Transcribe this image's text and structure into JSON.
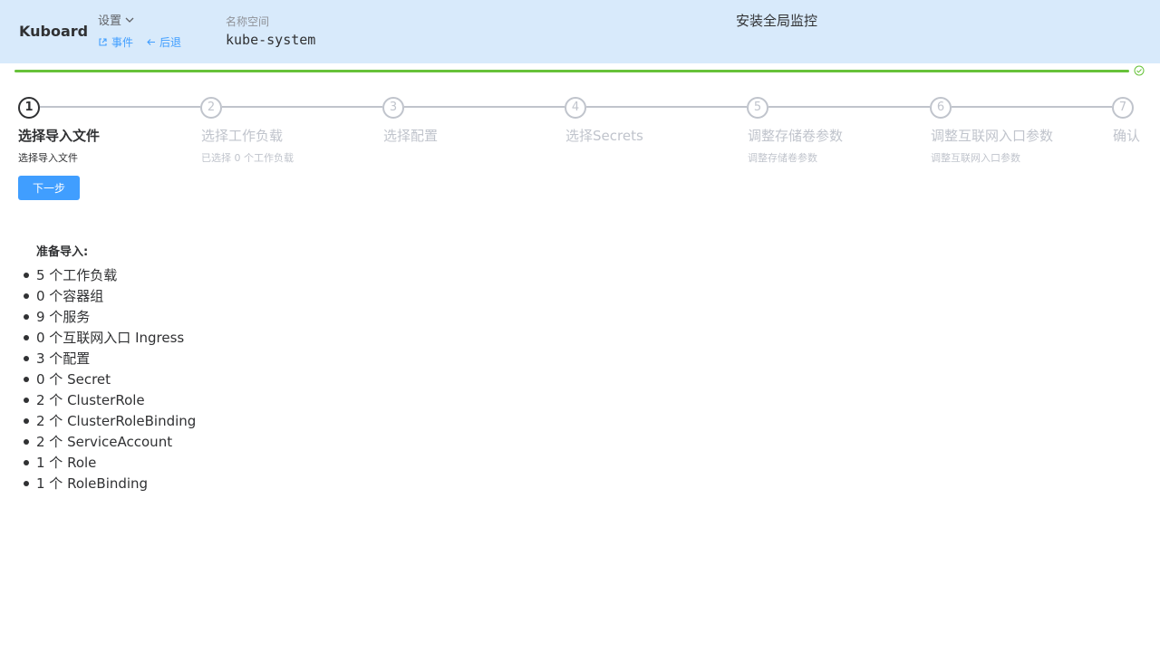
{
  "header": {
    "logo": "Kuboard",
    "settings_label": "设置",
    "events_label": "事件",
    "back_label": "后退",
    "namespace_label": "名称空间",
    "namespace_value": "kube-system",
    "title": "安装全局监控"
  },
  "progress": {
    "value": 1.0,
    "color": "#67c23a"
  },
  "steps": [
    {
      "number": "1",
      "title": "选择导入文件",
      "desc": "选择导入文件"
    },
    {
      "number": "2",
      "title": "选择工作负载",
      "desc": "已选择 0 个工作负载"
    },
    {
      "number": "3",
      "title": "选择配置",
      "desc": ""
    },
    {
      "number": "4",
      "title": "选择Secrets",
      "desc": ""
    },
    {
      "number": "5",
      "title": "调整存储卷参数",
      "desc": "调整存储卷参数"
    },
    {
      "number": "6",
      "title": "调整互联网入口参数",
      "desc": "调整互联网入口参数"
    },
    {
      "number": "7",
      "title": "确认",
      "desc": ""
    }
  ],
  "next_button": "下一步",
  "ready_label": "准备导入:",
  "items": [
    "5 个工作负载",
    "0 个容器组",
    "9 个服务",
    "0 个互联网入口 Ingress",
    "3 个配置",
    "0 个 Secret",
    "2 个 ClusterRole",
    "2 个 ClusterRoleBinding",
    "2 个 ServiceAccount",
    "1 个 Role",
    "1 个 RoleBinding"
  ]
}
